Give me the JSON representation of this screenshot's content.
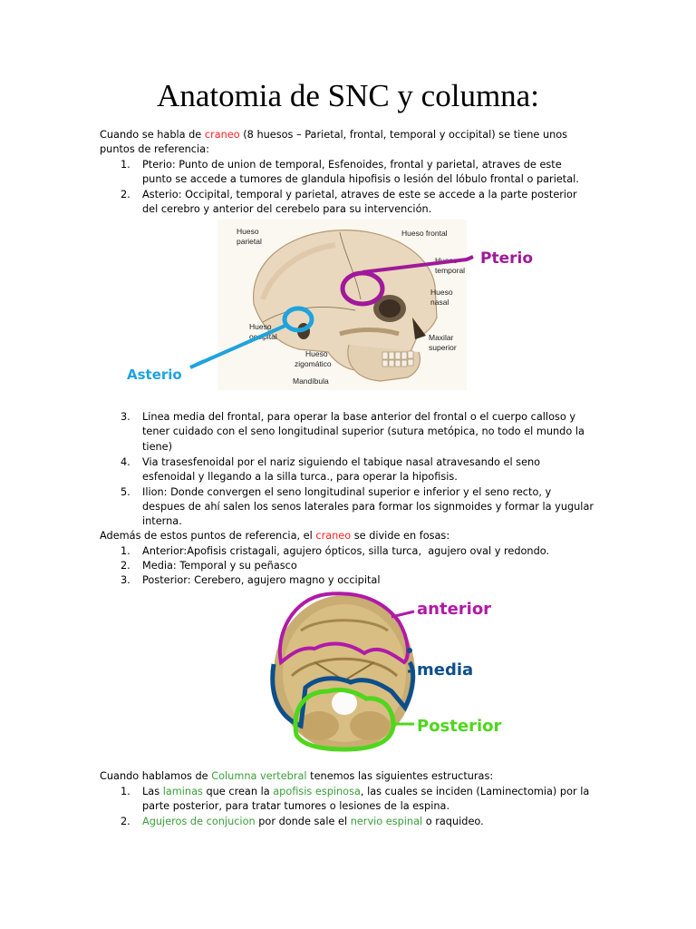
{
  "title": "Anatomia de SNC y columna:",
  "craneo": {
    "intro_a": "Cuando se habla de ",
    "intro_red": "craneo",
    "intro_b": " (8 huesos – Parietal, frontal, temporal y occipital) se tiene unos",
    "intro_c": "puntos de referencia:",
    "points": [
      {
        "num": "1.",
        "lines": [
          "Pterio: Punto de union de temporal, Esfenoides, frontal y parietal, atraves de este",
          "punto se accede a tumores de glandula hipofisis o lesión del lóbulo frontal o parietal."
        ]
      },
      {
        "num": "2.",
        "lines": [
          "Asterio: Occipital, temporal y parietal, atraves de este se accede a la parte posterior",
          "del cerebro y anterior del cerebelo para su intervención."
        ]
      },
      {
        "num": "3.",
        "lines": [
          "Linea media del frontal, para operar la base anterior del frontal o el cuerpo calloso y",
          "tener cuidado con el seno longitudinal superior (sutura metópica, no todo el mundo la",
          "tiene)"
        ]
      },
      {
        "num": "4.",
        "lines": [
          "Via trasesfenoidal por el nariz siguiendo el tabique nasal atravesando el seno",
          "esfenoidal y llegando a la silla turca., para operar la hipofisis."
        ]
      },
      {
        "num": "5.",
        "lines": [
          "Ilion: Donde convergen el seno longitudinal superior e inferior y el seno recto, y",
          "despues de ahí salen los senos laterales para formar los signmoides y formar la yugular",
          "interna."
        ]
      }
    ]
  },
  "skull_figure": {
    "labels": [
      "Hueso parietal",
      "Hueso frontal",
      "Hueso temporal",
      "Hueso nasal",
      "Hueso occipital",
      "Hueso zigomático",
      "Maxilar superior",
      "Mandíbula"
    ],
    "annotations": {
      "pterio": "Pterio",
      "asterio": "Asterio"
    },
    "colors": {
      "pterio": "#a0199a",
      "asterio": "#1fa3dd"
    }
  },
  "fosas": {
    "intro_a": "Además de estos puntos de referencia, el ",
    "intro_red": "craneo",
    "intro_b": " se divide en fosas:",
    "items": [
      {
        "num": "1.",
        "text": "Anterior:Apofisis cristagali, agujero ópticos, silla turca,  agujero oval y redondo."
      },
      {
        "num": "2.",
        "text": "Media: Temporal y su peñasco"
      },
      {
        "num": "3.",
        "text": "Posterior: Cerebero, agujero magno y occipital"
      }
    ]
  },
  "fosas_figure": {
    "annotations": {
      "anterior": "anterior",
      "media": "media",
      "posterior": "Posterior"
    },
    "colors": {
      "anterior": "#b01aa8",
      "media": "#0d4f8a",
      "posterior": "#4fd61d"
    }
  },
  "columna": {
    "intro_a": "Cuando hablamos de ",
    "intro_green": "Columna vertebral",
    "intro_b": " tenemos las siguientes estructuras:",
    "item1": {
      "num": "1.",
      "a": "Las ",
      "g1": "laminas",
      "b": " que crean la ",
      "g2": "apofisis espinosa",
      "c": ", las cuales se inciden (Laminectomia) por la",
      "line2": "parte posterior, para tratar tumores o lesiones de la espina."
    },
    "item2": {
      "num": "2.",
      "g1": "Agujeros de conjucion",
      "a": " por donde sale el ",
      "g2": "nervio espinal",
      "b": " o raquideo."
    }
  }
}
